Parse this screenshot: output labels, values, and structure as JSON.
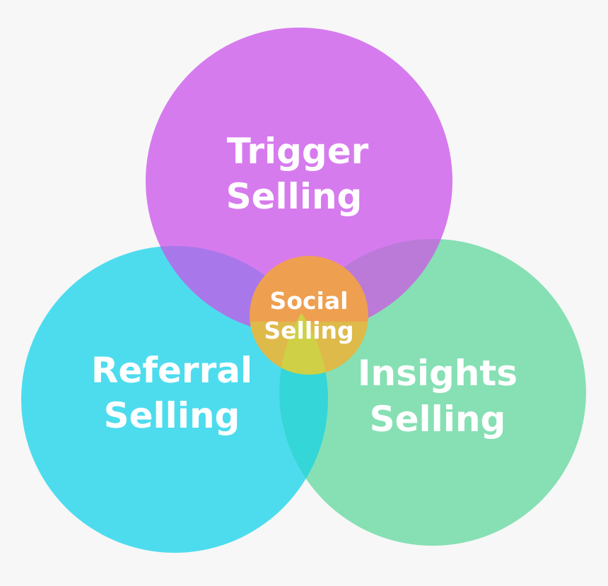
{
  "diagram": {
    "type": "venn",
    "circles": [
      {
        "key": "trigger",
        "lines": [
          "Trigger",
          "Selling"
        ],
        "color": "#d67bee"
      },
      {
        "key": "referral",
        "lines": [
          "Referral",
          "Selling"
        ],
        "color": "#4ddcee"
      },
      {
        "key": "insights",
        "lines": [
          "Insights",
          "Selling"
        ],
        "color": "#86e0b4"
      }
    ],
    "center": {
      "lines": [
        "Social",
        "Selling"
      ],
      "color": "#ef9f50",
      "overlap_color": "#cfd045"
    },
    "overlap_colors": {
      "trigger_referral": "#a878ea",
      "trigger_insights": "#bb7ad8",
      "referral_insights": "#34d6d8"
    },
    "background": "#f7f7f7"
  }
}
